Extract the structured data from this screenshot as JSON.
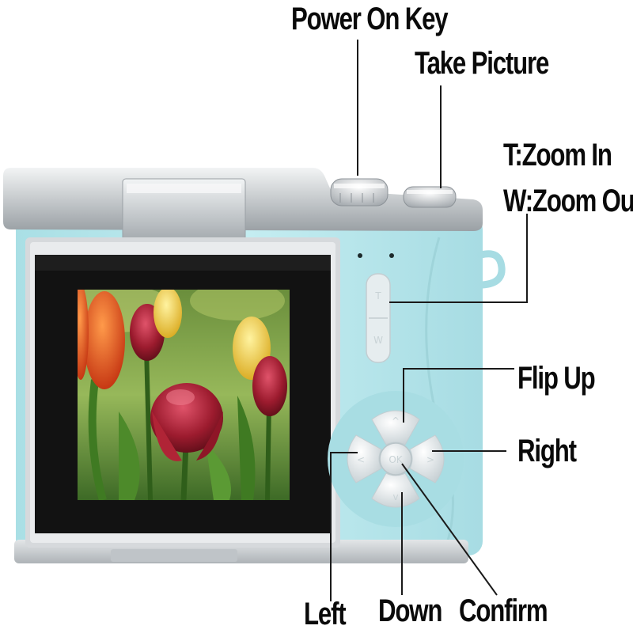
{
  "labels": {
    "power_on_key": "Power On Key",
    "take_picture": "Take Picture",
    "zoom_in": "T:Zoom In",
    "zoom_out": "W:Zoom Out",
    "flip_up": "Flip Up",
    "right": "Right",
    "left": "Left",
    "down": "Down",
    "confirm": "Confirm"
  },
  "buttons": {
    "zoom_t": "T",
    "zoom_w": "W",
    "ok": "OK"
  },
  "colors": {
    "body": "#bfe8ec",
    "silver": "#c9cdd1",
    "bezel": "#161616",
    "line": "#1a1a1a"
  }
}
